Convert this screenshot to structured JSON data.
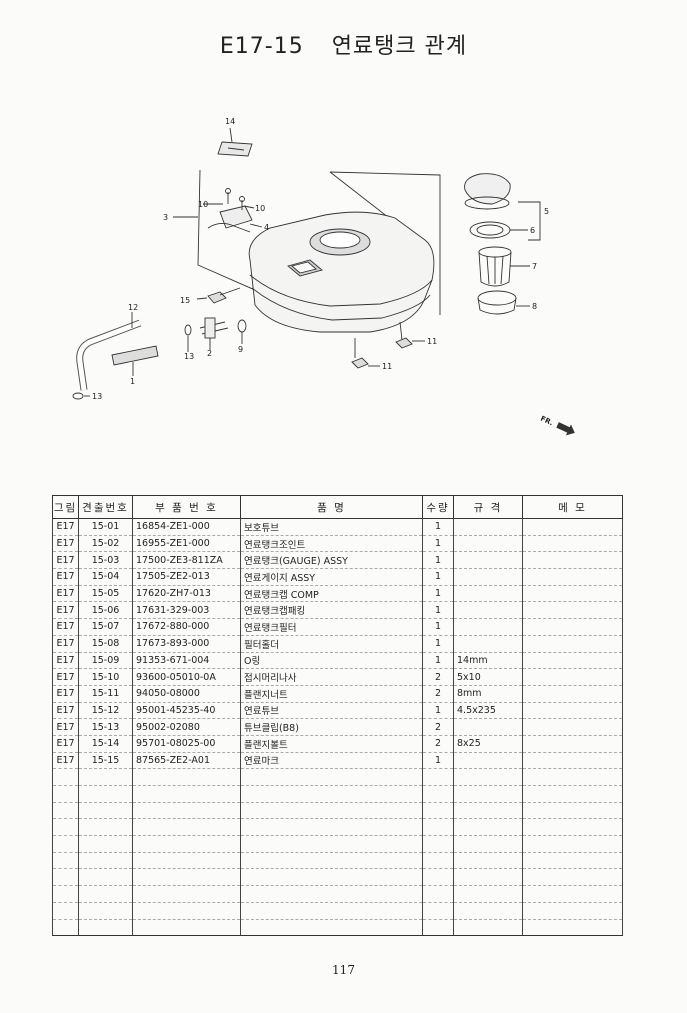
{
  "page": {
    "title_code": "E17-15",
    "title_text": "연료탱크 관계",
    "page_number": "117",
    "direction_label": "FR."
  },
  "diagram": {
    "callouts": [
      "1",
      "2",
      "3",
      "4",
      "5",
      "6",
      "7",
      "8",
      "9",
      "10",
      "10",
      "11",
      "11",
      "12",
      "13",
      "13",
      "14",
      "15"
    ]
  },
  "table": {
    "headers": [
      "그림",
      "견출번호",
      "부 품 번 호",
      "품 명",
      "수량",
      "규 격",
      "메 모"
    ],
    "rows": [
      {
        "fig": "E17",
        "ref": "15-01",
        "part": "16854-ZE1-000",
        "name": "보호튜브",
        "qty": "1",
        "spec": "",
        "memo": ""
      },
      {
        "fig": "E17",
        "ref": "15-02",
        "part": "16955-ZE1-000",
        "name": "연료탱크조인트",
        "qty": "1",
        "spec": "",
        "memo": ""
      },
      {
        "fig": "E17",
        "ref": "15-03",
        "part": "17500-ZE3-811ZA",
        "name": "연료탱크(GAUGE) ASSY",
        "qty": "1",
        "spec": "",
        "memo": ""
      },
      {
        "fig": "E17",
        "ref": "15-04",
        "part": "17505-ZE2-013",
        "name": "연료게이지 ASSY",
        "qty": "1",
        "spec": "",
        "memo": ""
      },
      {
        "fig": "E17",
        "ref": "15-05",
        "part": "17620-ZH7-013",
        "name": "연료탱크캡 COMP",
        "qty": "1",
        "spec": "",
        "memo": ""
      },
      {
        "fig": "E17",
        "ref": "15-06",
        "part": "17631-329-003",
        "name": "연료탱크캡패킹",
        "qty": "1",
        "spec": "",
        "memo": ""
      },
      {
        "fig": "E17",
        "ref": "15-07",
        "part": "17672-880-000",
        "name": "연료탱크필터",
        "qty": "1",
        "spec": "",
        "memo": ""
      },
      {
        "fig": "E17",
        "ref": "15-08",
        "part": "17673-893-000",
        "name": "필터홀더",
        "qty": "1",
        "spec": "",
        "memo": ""
      },
      {
        "fig": "E17",
        "ref": "15-09",
        "part": "91353-671-004",
        "name": "O링",
        "qty": "1",
        "spec": "14mm",
        "memo": ""
      },
      {
        "fig": "E17",
        "ref": "15-10",
        "part": "93600-05010-0A",
        "name": "접시머리나사",
        "qty": "2",
        "spec": "5x10",
        "memo": ""
      },
      {
        "fig": "E17",
        "ref": "15-11",
        "part": "94050-08000",
        "name": "플랜지너트",
        "qty": "2",
        "spec": "8mm",
        "memo": ""
      },
      {
        "fig": "E17",
        "ref": "15-12",
        "part": "95001-45235-40",
        "name": "연료튜브",
        "qty": "1",
        "spec": "4.5x235",
        "memo": ""
      },
      {
        "fig": "E17",
        "ref": "15-13",
        "part": "95002-02080",
        "name": "튜브클립(B8)",
        "qty": "2",
        "spec": "",
        "memo": ""
      },
      {
        "fig": "E17",
        "ref": "15-14",
        "part": "95701-08025-00",
        "name": "플랜지볼트",
        "qty": "2",
        "spec": "8x25",
        "memo": ""
      },
      {
        "fig": "E17",
        "ref": "15-15",
        "part": "87565-ZE2-A01",
        "name": "연료마크",
        "qty": "1",
        "spec": "",
        "memo": ""
      }
    ],
    "empty_rows": 10
  }
}
